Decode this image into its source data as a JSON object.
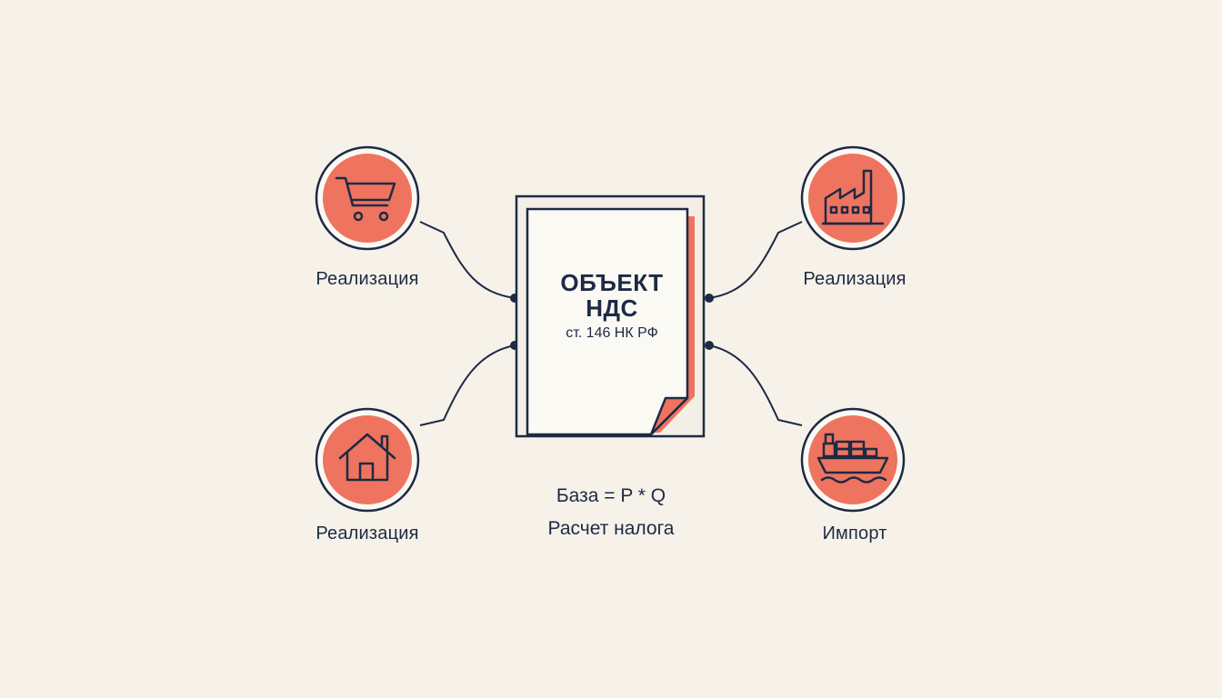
{
  "diagram": {
    "center": {
      "title_line1": "ОБЪЕКТ",
      "title_line2": "НДС",
      "subtitle": "ст. 146 НК РФ"
    },
    "formula": {
      "line1": "База = P * Q",
      "line2": "Расчет налога"
    },
    "nodes": [
      {
        "label": "Реализация",
        "icon": "shopping-cart-icon"
      },
      {
        "label": "Реализация",
        "icon": "house-icon"
      },
      {
        "label": "Реализация",
        "icon": "factory-icon"
      },
      {
        "label": "Импорт",
        "icon": "cargo-ship-icon"
      }
    ],
    "colors": {
      "background": "#f6f2e9",
      "accent": "#ee7460",
      "ink": "#1d2a44",
      "paper": "#fbf9f4"
    }
  }
}
